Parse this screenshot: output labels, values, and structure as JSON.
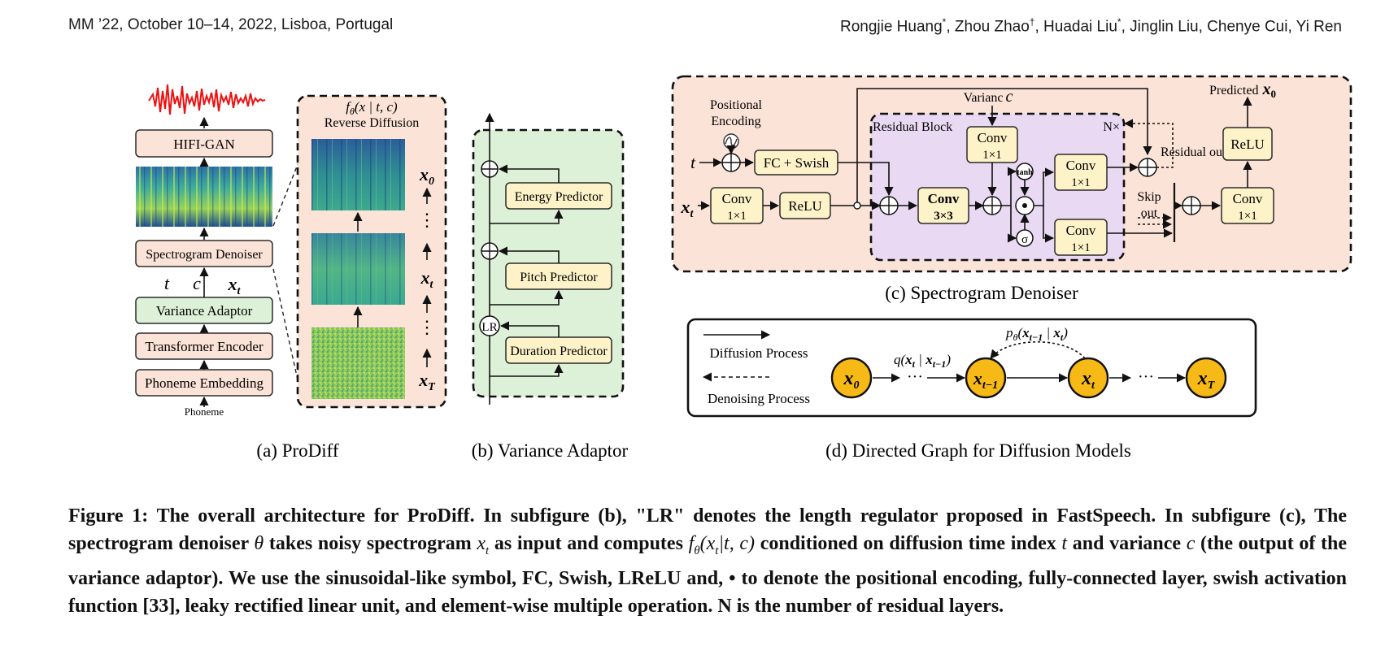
{
  "header": {
    "left": "MM ’22, October 10–14, 2022, Lisboa, Portugal",
    "right": {
      "a1": "Rongjie Huang",
      "m1": "*",
      "a2": ", Zhou Zhao",
      "m2": "†",
      "a3": ", Huadai Liu",
      "m3": "*",
      "a4": ", Jinglin Liu, Chenye Cui, Yi Ren"
    }
  },
  "panel_a": {
    "caption": "(a) ProDiff",
    "blocks": [
      "HIFI-GAN",
      "Spectrogram Denoiser",
      "Variance Adaptor",
      "Transformer Encoder",
      "Phoneme Embedding"
    ],
    "input_label": "Phoneme",
    "cond_labels": {
      "t": "t",
      "c": "c",
      "x": "x",
      "x_sub": "t"
    },
    "zoom_title": "f",
    "zoom_title_rest": "(x | t, c)",
    "zoom_title_theta": "θ",
    "zoom_title_xsub": "t",
    "zoom_subtitle": "Reverse Diffusion",
    "state_labels": {
      "x0": "x",
      "x0_sub": "0",
      "xt": "x",
      "xt_sub": "t",
      "xT": "x",
      "xT_sub": "T"
    }
  },
  "panel_b": {
    "caption": "(b) Variance Adaptor",
    "predictors": [
      "Energy Predictor",
      "Pitch Predictor",
      "Duration Predictor"
    ],
    "lr_label": "LR"
  },
  "panel_c": {
    "caption": "(c) Spectrogram Denoiser",
    "positional_encoding": [
      "Positional",
      "Encoding"
    ],
    "t_label": "t",
    "x_label": "x",
    "x_sub": "t",
    "fc_swish": "FC + Swish",
    "conv1": [
      "Conv",
      "1×1"
    ],
    "relu1": "ReLU",
    "residual_block": "Residual Block",
    "n_times": "N×",
    "variance": "Varianc",
    "variance_c": "c",
    "conv_var": [
      "Conv",
      "1×1"
    ],
    "conv33": [
      "Conv",
      "3×3"
    ],
    "tanh": "tanh",
    "sigma": "σ",
    "conv_res": [
      "Conv",
      "1×1"
    ],
    "conv_skip": [
      "Conv",
      "1×1"
    ],
    "residual_out": "Residual out",
    "skip_out": [
      "Skip",
      "out"
    ],
    "predicted": "Predicted",
    "predicted_x": "x",
    "predicted_sub": "0",
    "relu_out": "ReLU",
    "conv_out": [
      "Conv",
      "1×1"
    ]
  },
  "panel_d": {
    "caption": "(d) Directed Graph for Diffusion Models",
    "legend": [
      "Diffusion Process",
      "Denoising Process"
    ],
    "nodes": [
      {
        "main": "x",
        "sub": "0"
      },
      {
        "main": "x",
        "sub": "t−1"
      },
      {
        "main": "x",
        "sub": "t"
      },
      {
        "main": "x",
        "sub": "T"
      }
    ],
    "q_label": {
      "q": "q(",
      "x1": "x",
      "s1": "t",
      "bar": " | ",
      "x2": "x",
      "s2": "t−1",
      "end": ")"
    },
    "p_label": {
      "p": "p",
      "theta": "θ",
      "open": "(",
      "x1": "x",
      "s1": "t−1",
      "bar": " | ",
      "x2": "x",
      "s2": "t",
      "end": ")"
    },
    "dots": "···"
  },
  "caption": {
    "p1": "Figure 1: The overall architecture for ProDiff. In subfigure (b), \"LR\" denotes the length regulator proposed in FastSpeech. In subfigure (c), The spectrogram denoiser ",
    "theta": "θ",
    "p2": " takes noisy spectrogram ",
    "xt": "x",
    "xt_sub": "t",
    "p3": " as input and computes ",
    "f": "f",
    "f_sub": "θ",
    "f_args": "(x",
    "f_args_sub": "t",
    "f_args_end": "|t, c)",
    "p4": " conditioned on diffusion time index ",
    "t": "t",
    "p5": " and variance ",
    "c": "c",
    "p6": " (the output of the variance adaptor). We use the sinusoidal-like symbol, FC, Swish, LReLU and, • to denote the positional encoding, fully-connected layer, swish activation function [33], leaky rectified linear unit, and element-wise multiple operation. N is the number of residual layers."
  },
  "colors": {
    "peach": "#fbe3d8",
    "green_box": "#ddf0d8",
    "yellow": "#fdf2c8",
    "purple": "#e9d9f3",
    "node": "#f7b916",
    "waveform": "#ee1111"
  }
}
